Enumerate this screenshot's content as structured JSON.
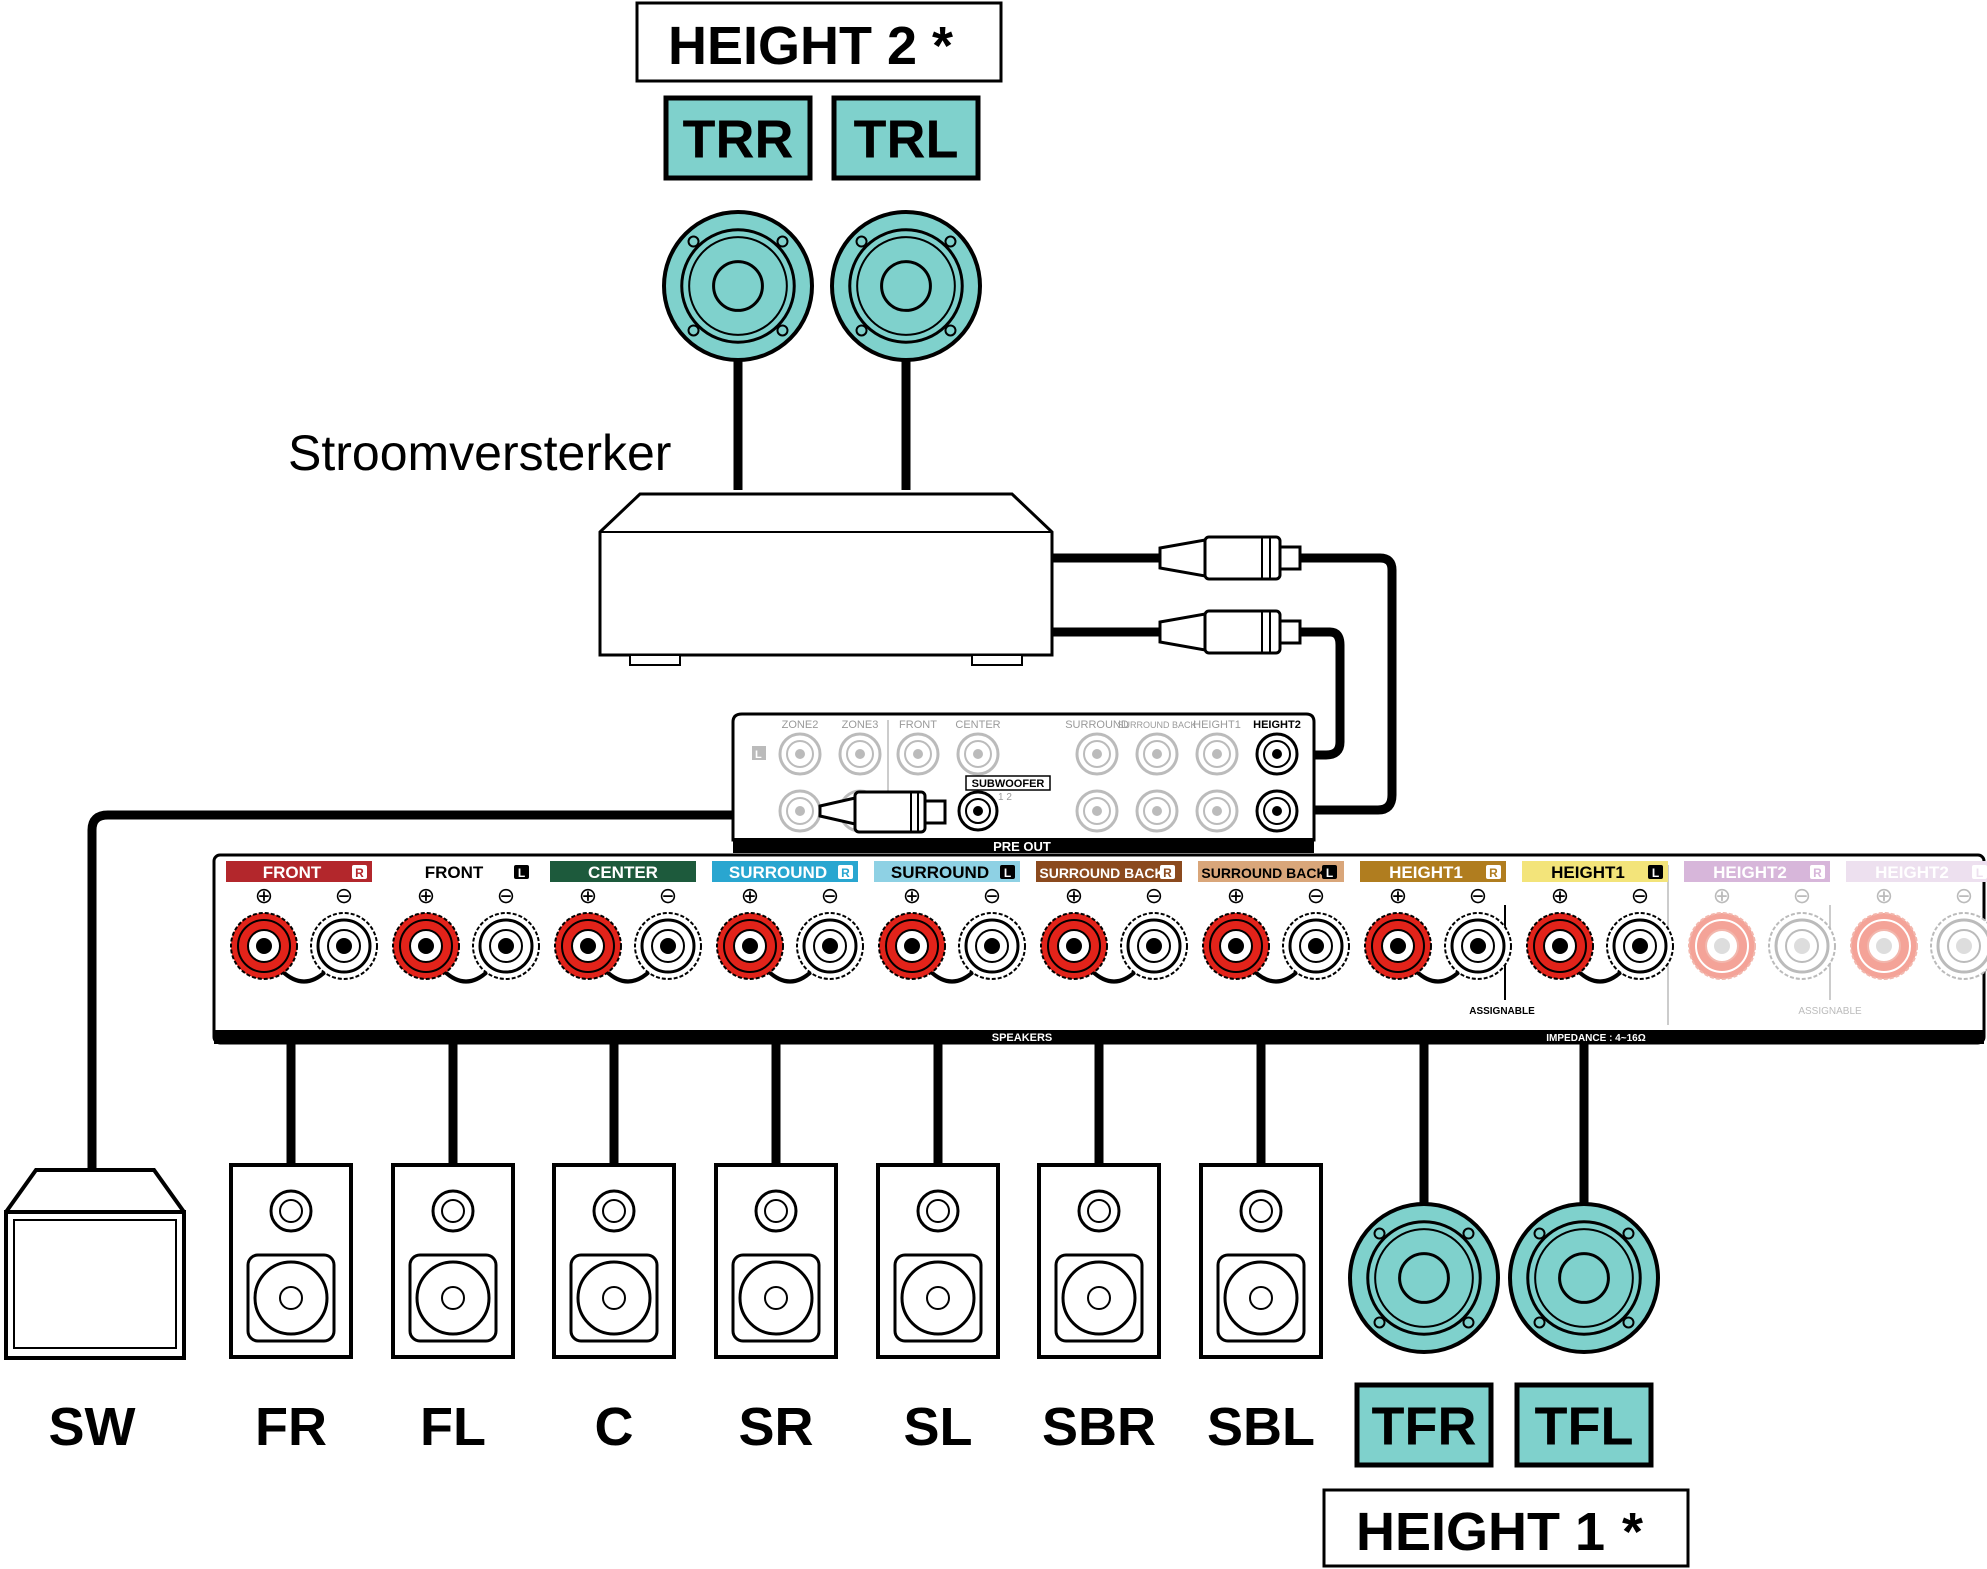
{
  "groups": {
    "height2_title": "HEIGHT 2",
    "height1_title": "HEIGHT 1",
    "asterisk": "*"
  },
  "amp_label": "Stroomversterker",
  "preout": {
    "title": "PRE OUT",
    "subwoofer": "SUBWOOFER",
    "sub_nums": "1  2",
    "l_mark": "L",
    "labels": [
      "ZONE2",
      "ZONE3",
      "FRONT",
      "CENTER",
      "SURROUND",
      "SURROUND BACK",
      "HEIGHT1",
      "HEIGHT2"
    ]
  },
  "speaker_panel": {
    "terminals": [
      {
        "label": "FRONT",
        "side": "R",
        "color": "#b3272c",
        "text_color": "#ffffff",
        "active": true
      },
      {
        "label": "FRONT",
        "side": "L",
        "color": "#ffffff",
        "text_color": "#000000",
        "active": true
      },
      {
        "label": "CENTER",
        "side": "",
        "color": "#1d5a3c",
        "text_color": "#ffffff",
        "active": true
      },
      {
        "label": "SURROUND",
        "side": "R",
        "color": "#29a6d0",
        "text_color": "#ffffff",
        "active": true
      },
      {
        "label": "SURROUND",
        "side": "L",
        "color": "#8ed1e4",
        "text_color": "#000000",
        "active": true
      },
      {
        "label": "SURROUND BACK",
        "side": "R",
        "color": "#8b4a1e",
        "text_color": "#ffffff",
        "active": true
      },
      {
        "label": "SURROUND BACK",
        "side": "L",
        "color": "#d9a67a",
        "text_color": "#000000",
        "active": true
      },
      {
        "label": "HEIGHT1",
        "side": "R",
        "color": "#b07d1f",
        "text_color": "#ffffff",
        "active": true
      },
      {
        "label": "HEIGHT1",
        "side": "L",
        "color": "#f3e47a",
        "text_color": "#000000",
        "active": true
      },
      {
        "label": "HEIGHT2",
        "side": "R",
        "color": "#d7b6da",
        "text_color": "#ffffff",
        "active": false
      },
      {
        "label": "HEIGHT2",
        "side": "L",
        "color": "#ede0ef",
        "text_color": "#ffffff",
        "active": false
      }
    ],
    "plus": "⊕",
    "minus": "⊖",
    "assignable": "ASSIGNABLE",
    "speakers": "SPEAKERS",
    "impedance": "IMPEDANCE : 4~16Ω"
  },
  "speakers": {
    "top": [
      {
        "code": "TRR"
      },
      {
        "code": "TRL"
      }
    ],
    "bottom": [
      {
        "code": "SW",
        "kind": "subwoofer"
      },
      {
        "code": "FR",
        "kind": "box"
      },
      {
        "code": "FL",
        "kind": "box"
      },
      {
        "code": "C",
        "kind": "box"
      },
      {
        "code": "SR",
        "kind": "box"
      },
      {
        "code": "SL",
        "kind": "box"
      },
      {
        "code": "SBR",
        "kind": "box"
      },
      {
        "code": "SBL",
        "kind": "box"
      },
      {
        "code": "TFR",
        "kind": "ceiling"
      },
      {
        "code": "TFL",
        "kind": "ceiling"
      }
    ]
  },
  "colors": {
    "ceiling_speaker": "#7fd1cc",
    "terminal_red": "#e2231a",
    "terminal_faded_red": "#f4a398",
    "cable": "#000000"
  }
}
